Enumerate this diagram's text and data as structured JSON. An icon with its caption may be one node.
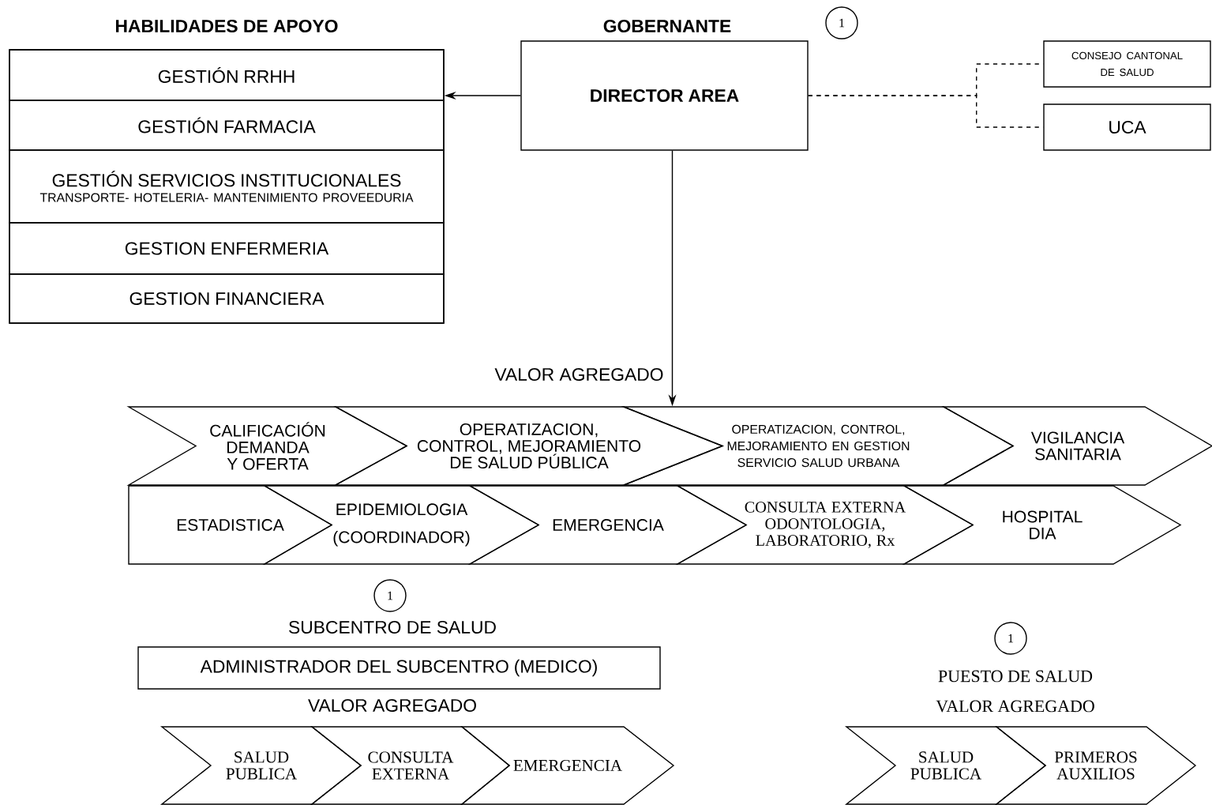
{
  "diagram": {
    "nodes": [
      {
        "text": [
          "HABILIDADES DE APOYO"
        ]
      },
      {
        "text": [
          "GESTIÓN RRHH"
        ],
        "in": 0
      },
      {
        "text": [
          "GESTIÓN FARMACIA"
        ],
        "in": 0
      },
      {
        "text": [
          "GESTIÓN SERVICIOS INSTITUCIONALES",
          "TRANSPORTE- HOTELERIA- MANTENIMIENTO PROVEEDURIA"
        ],
        "in": 0
      },
      {
        "text": [
          "GESTION ENFERMERIA"
        ],
        "in": 0
      },
      {
        "text": [
          "GESTION FINANCIERA"
        ],
        "in": 0
      },
      {
        "text": [
          "GOBERNANTE",
          "DIRECTOR AREA"
        ]
      },
      {
        "text": [
          "CONSEJO CANTONAL DE SALUD"
        ]
      },
      {
        "text": [
          "UCA"
        ]
      },
      {
        "text": [
          "CALIFICACIÓN DEMANDA Y OFERTA"
        ]
      },
      {
        "text": [
          "OPERATIZACION, CONTROL, MEJORAMIENTO DE SALUD PÚBLICA"
        ]
      },
      {
        "text": [
          "OPERATIZACION, CONTROL, MEJORAMIENTO EN GESTION SERVICIO SALUD URBANA"
        ]
      },
      {
        "text": [
          "VIGILANCIA SANITARIA"
        ]
      },
      {
        "text": [
          "ESTADISTICA"
        ]
      },
      {
        "text": [
          "EPIDEMIOLOGIA",
          "(COORDINADOR)"
        ]
      },
      {
        "text": [
          "EMERGENCIA"
        ]
      },
      {
        "text": [
          "CONSULTA EXTERNA ODONTOLOGIA, LABORATORIO, Rx"
        ]
      },
      {
        "text": [
          "HOSPITAL DIA"
        ]
      },
      {
        "text": [
          "SUBCENTRO DE SALUD",
          "ADMINISTRADOR DEL SUBCENTRO (MEDICO)"
        ]
      },
      {
        "text": [
          "SALUD PUBLICA"
        ]
      },
      {
        "text": [
          "CONSULTA EXTERNA"
        ]
      },
      {
        "text": [
          "EMERGENCIA"
        ]
      },
      {
        "text": [
          "SALUD PUBLICA"
        ]
      },
      {
        "text": [
          "PRIMEROS AUXILIOS"
        ]
      }
    ],
    "edges": [
      {
        "from": 6,
        "to": 0,
        "arrow": "to"
      },
      {
        "from": 6,
        "to": 7,
        "arrow": "none",
        "style": "dashed"
      },
      {
        "from": 6,
        "to": 8,
        "arrow": "none",
        "style": "dashed"
      },
      {
        "from": 6,
        "to": 11,
        "arrow": "to"
      }
    ],
    "labels": [
      "1",
      "VALOR AGREGADO",
      "1",
      "VALOR AGREGADO",
      "1",
      "PUESTO DE SALUD",
      "VALOR AGREGADO"
    ]
  }
}
